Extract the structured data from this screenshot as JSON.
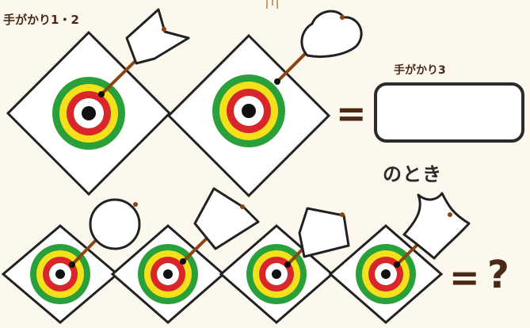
{
  "hints": {
    "hint_1_2": "手がかり1・2",
    "hint_3": "手がかり3"
  },
  "answer": {
    "when_text": "のとき",
    "equals": "=",
    "question_mark": "?"
  },
  "colors": {
    "ring_green": "#2aa03a",
    "ring_yellow": "#f5e11b",
    "ring_red": "#d8262b",
    "bullseye": "#111111",
    "shaft": "#8b4513",
    "outline": "#222222",
    "text_brown": "#4a2a16"
  },
  "clue_targets": [
    {
      "flight": "arrow-flight"
    },
    {
      "flight": "heart-flight"
    }
  ],
  "puzzle_targets": [
    {
      "flight": "circle-flight"
    },
    {
      "flight": "trapezoid-flight"
    },
    {
      "flight": "pentagon-flight"
    },
    {
      "flight": "curved-flag-flight"
    }
  ]
}
